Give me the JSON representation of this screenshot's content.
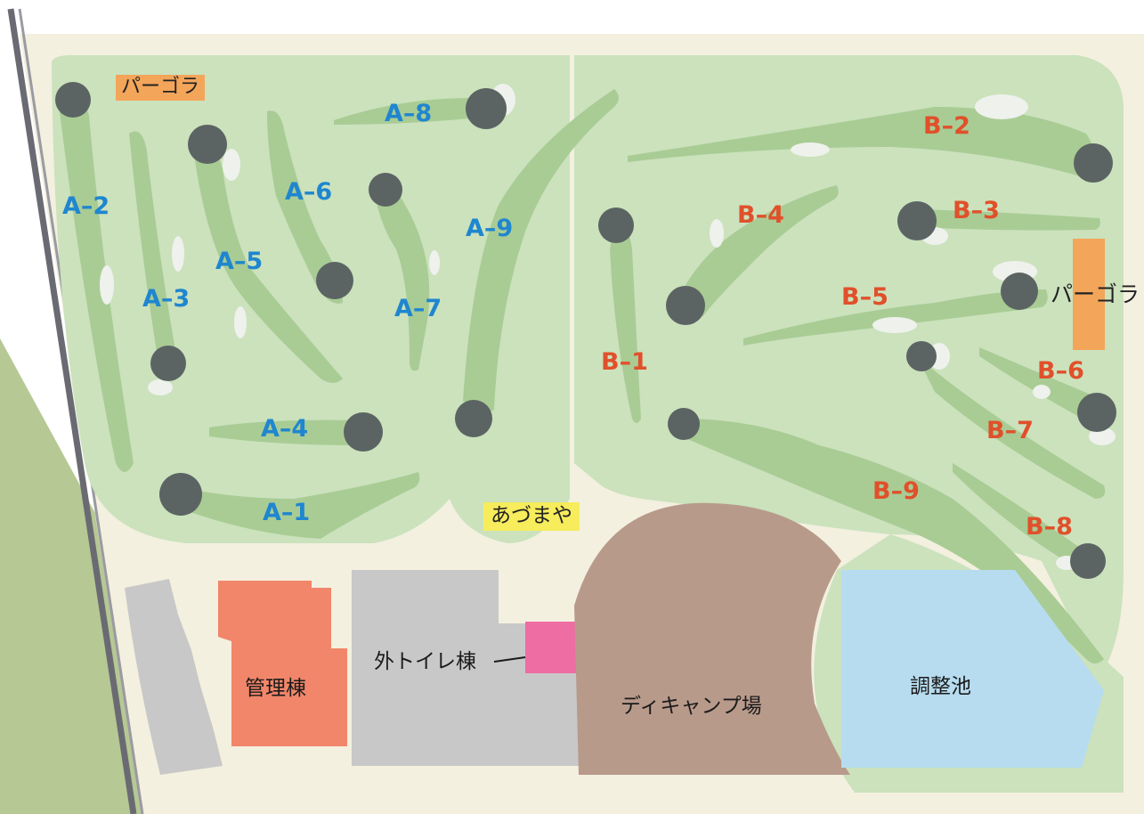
{
  "holes_a": [
    "A–1",
    "A–2",
    "A–3",
    "A–4",
    "A–5",
    "A–6",
    "A–7",
    "A–8",
    "A–9"
  ],
  "holes_b": [
    "B–1",
    "B–2",
    "B–3",
    "B–4",
    "B–5",
    "B–6",
    "B–7",
    "B–8",
    "B–9"
  ],
  "pergola_label": "パーゴラ",
  "azumaya_label": "あづまや",
  "facilities": {
    "admin": "管理棟",
    "toilet": "外トイレ棟",
    "camp": "ディキャンプ場",
    "pond": "調整池"
  },
  "colors": {
    "course_green": "#cbe2bd",
    "fairway": "#a9cc95",
    "green_dark": "#5b6463",
    "path": "#f3f0df",
    "parking_gray": "#c8c8c8",
    "admin_building": "#f1866a",
    "toilet_building": "#ee6da3",
    "camp_area": "#b89a8b",
    "pond": "#b7dcef",
    "hole_a_text": "#1f86cf",
    "hole_b_text": "#e0502a"
  }
}
